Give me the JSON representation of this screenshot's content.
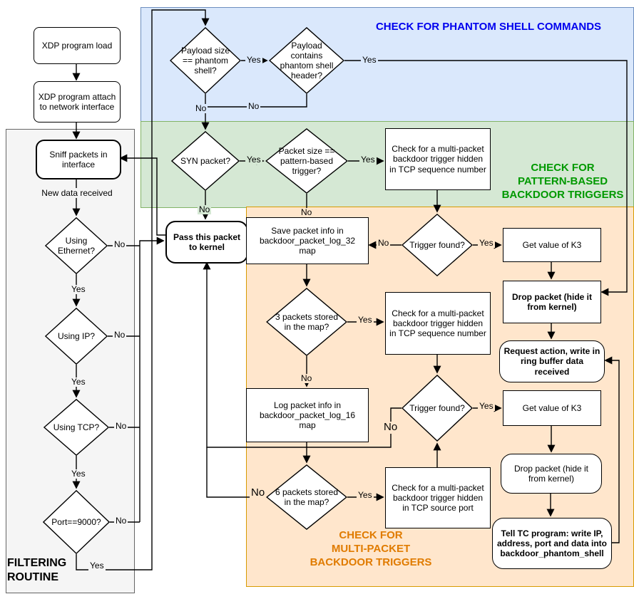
{
  "labels": {
    "yes": "Yes",
    "no": "No"
  },
  "regions": {
    "phantom_shell": {
      "title": "CHECK FOR PHANTOM SHELL COMMANDS",
      "fill": "#dae8fc",
      "border": "#6c8ebf",
      "title_color": "#0000EE"
    },
    "pattern_based": {
      "title": "CHECK FOR\nPATTERN-BASED\nBACKDOOR TRIGGERS",
      "fill": "#d5e8d4",
      "border": "#82b366",
      "title_color": "#009900"
    },
    "multi_packet": {
      "title": "CHECK FOR\nMULTI-PACKET\nBACKDOOR TRIGGERS",
      "fill": "#ffe6cc",
      "border": "#d79b00",
      "title_color": "#E07B00"
    },
    "filtering": {
      "title": "FILTERING\nROUTINE",
      "fill": "#f5f5f5",
      "border": "#666666",
      "title_color": "#000000"
    }
  },
  "nodes": {
    "xdp_load": "XDP program load",
    "xdp_attach": "XDP program attach to network interface",
    "sniff": "Sniff packets in interface",
    "new_data": "New data received",
    "using_ethernet": "Using Ethernet?",
    "using_ip": "Using IP?",
    "using_tcp": "Using TCP?",
    "port_9000": "Port==9000?",
    "payload_size": "Payload size == phantom shell?",
    "payload_contains": "Payload contains phantom shell header?",
    "syn_packet": "SYN packet?",
    "packet_size": "Packet size == pattern-based trigger?",
    "check_seq_pattern": "Check for a multi-packet backdoor trigger hidden in TCP sequence number",
    "pass_kernel": "Pass this packet to kernel",
    "save_log32": "Save packet info in backdoor_packet_log_32 map",
    "trigger_found_1": "Trigger found?",
    "get_k3_1": "Get value of K3",
    "drop_packet_1": "Drop packet (hide it from kernel)",
    "request_action": "Request action, write in ring buffer data received",
    "three_packets": "3 packets stored in the map?",
    "check_seq_multi": "Check for a multi-packet backdoor trigger hidden in TCP sequence number",
    "trigger_found_2": "Trigger found?",
    "get_k3_2": "Get value of K3",
    "drop_packet_2": "Drop packet (hide it from kernel)",
    "log_log16": "Log packet info in backdoor_packet_log_16 map",
    "six_packets": "6 packets stored in the map?",
    "check_src_port": "Check for a multi-packet backdoor trigger hidden in TCP source port",
    "tell_tc": "Tell TC program: write IP, address, port and data into backdoor_phantom_shell"
  }
}
